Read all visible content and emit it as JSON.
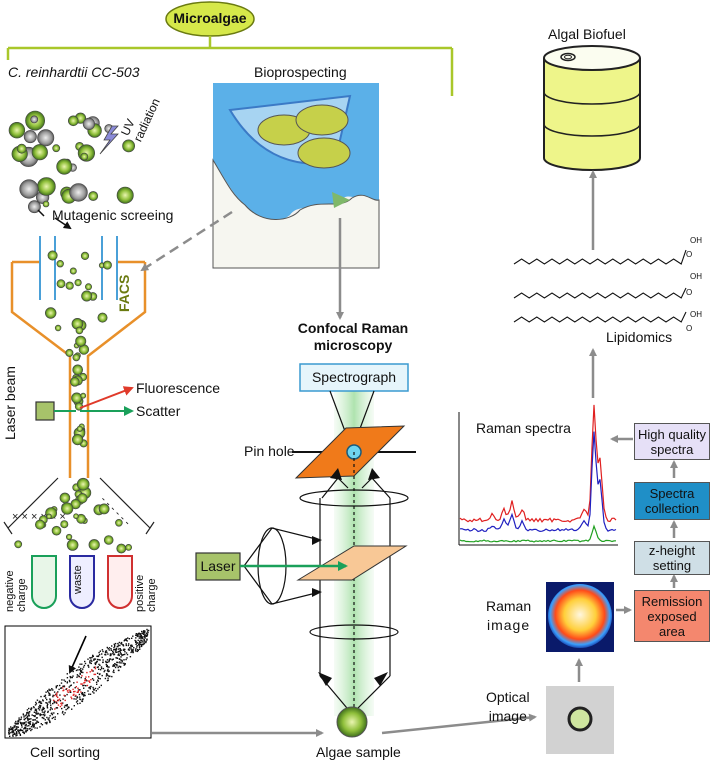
{
  "header": {
    "title": "Microalgae"
  },
  "left": {
    "strain": "C. reinhardtii CC-503",
    "uv": [
      "UV",
      "radiation"
    ],
    "mutagenic": "Mutagenic screeing",
    "facs": "FACS",
    "laser_beam": "Laser beam",
    "fluorescence": "Fluorescence",
    "scatter": "Scatter",
    "tubes": [
      "negative charge",
      "waste",
      "positive charge"
    ],
    "cell_sorting": "Cell sorting"
  },
  "middle": {
    "bioprospecting": "Bioprospecting",
    "confocal": [
      "Confocal Raman",
      "microscopy"
    ],
    "spectrograph": "Spectrograph",
    "pin_hole": "Pin hole",
    "laser": "Laser",
    "algae_sample": "Algae sample"
  },
  "right": {
    "biofuel": "Algal Biofuel",
    "lipidomics": "Lipidomics",
    "raman_spectra": "Raman spectra",
    "steps": [
      {
        "label": [
          "High quality",
          "spectra"
        ],
        "color": "#e6e0f7"
      },
      {
        "label": [
          "Spectra",
          "collection"
        ],
        "color": "#1f8fc7"
      },
      {
        "label": [
          "z-height",
          "setting"
        ],
        "color": "#cfdfe6"
      },
      {
        "label": [
          "Remission",
          "exposed",
          "area"
        ],
        "color": "#f4876e"
      }
    ],
    "raman_image": [
      "Raman",
      "image"
    ],
    "optical_image": [
      "Optical",
      "image"
    ],
    "cooh": [
      "OH",
      "OH",
      "OH"
    ],
    "o": [
      "O",
      "O",
      "O"
    ]
  },
  "colors": {
    "accent_green": "#d6e84a",
    "branch": "#a9c72a",
    "arrow_gray": "#8c8c8c",
    "facs_orange": "#e8902a",
    "pinhole_orange": "#f07a1a",
    "laser_box": "#a7c36a",
    "fluor_arrow": "#e03a2a",
    "scatter_arrow": "#1aa05a"
  },
  "icons": [
    "uv-lightning-icon",
    "biofuel-barrel-icon",
    "map-image",
    "scatter-plot-image",
    "raman-heatmap-image",
    "optical-cell-image"
  ]
}
